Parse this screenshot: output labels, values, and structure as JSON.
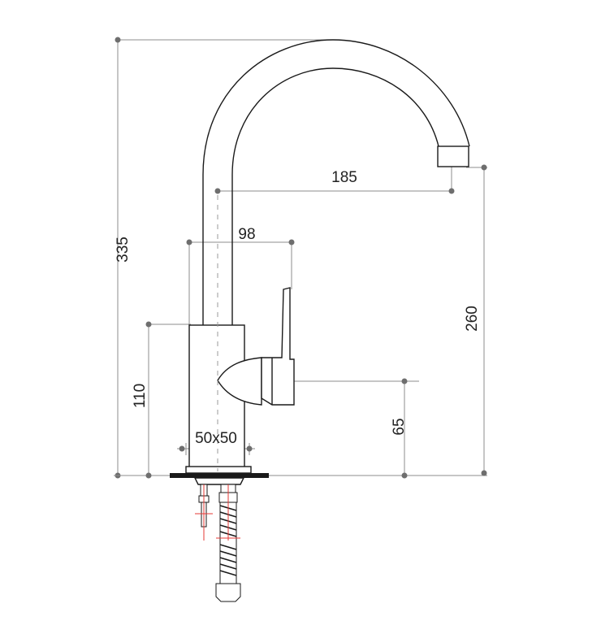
{
  "dimensions": {
    "overall_height": "335",
    "spout_reach": "185",
    "body_depth": "98",
    "body_height": "110",
    "base_size": "50x50",
    "lever_height": "65",
    "spout_outlet_height": "260"
  },
  "colors": {
    "outline": "#1a1a1a",
    "dimension": "#8c8c8c",
    "center_mark": "#e53935"
  }
}
